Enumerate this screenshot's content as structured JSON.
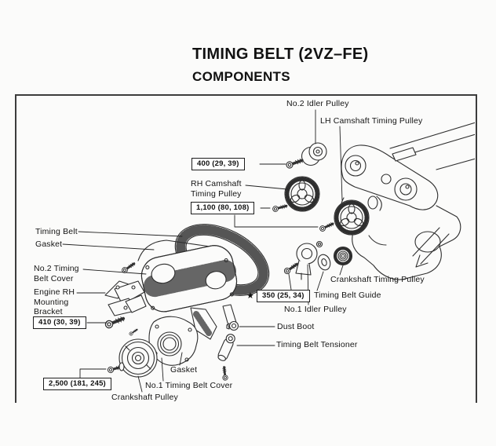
{
  "header": {
    "title": "TIMING BELT (2VZ–FE)",
    "subtitle": "COMPONENTS"
  },
  "diagram": {
    "labels": {
      "no2_idler_pulley": "No.2 Idler Pulley",
      "lh_camshaft_timing_pulley": "LH Camshaft Timing Pulley",
      "rh_camshaft_timing_pulley": "RH Camshaft\nTiming Pulley",
      "timing_belt": "Timing Belt",
      "gasket_upper": "Gasket",
      "no2_timing_belt_cover": "No.2 Timing\nBelt Cover",
      "engine_rh_mounting_bracket": "Engine RH\nMounting\nBracket",
      "crankshaft_timing_pulley": "Crankshaft Timing Pulley",
      "timing_belt_guide": "Timing Belt Guide",
      "no1_idler_pulley": "No.1 Idler Pulley",
      "dust_boot": "Dust Boot",
      "timing_belt_tensioner": "Timing Belt Tensioner",
      "gasket_lower": "Gasket",
      "no1_timing_belt_cover": "No.1 Timing Belt Cover",
      "crankshaft_pulley": "Crankshaft Pulley"
    },
    "torque_specs": {
      "camshaft_bolt_upper": "400 (29, 39)",
      "camshaft_bolt_lower": "1,100 (80, 108)",
      "bracket_bolt": "410 (30, 39)",
      "idler_pulley_bolt": "350 (25, 34)",
      "crankshaft_bolt": "2,500 (181, 245)"
    },
    "star_marker": "★"
  }
}
